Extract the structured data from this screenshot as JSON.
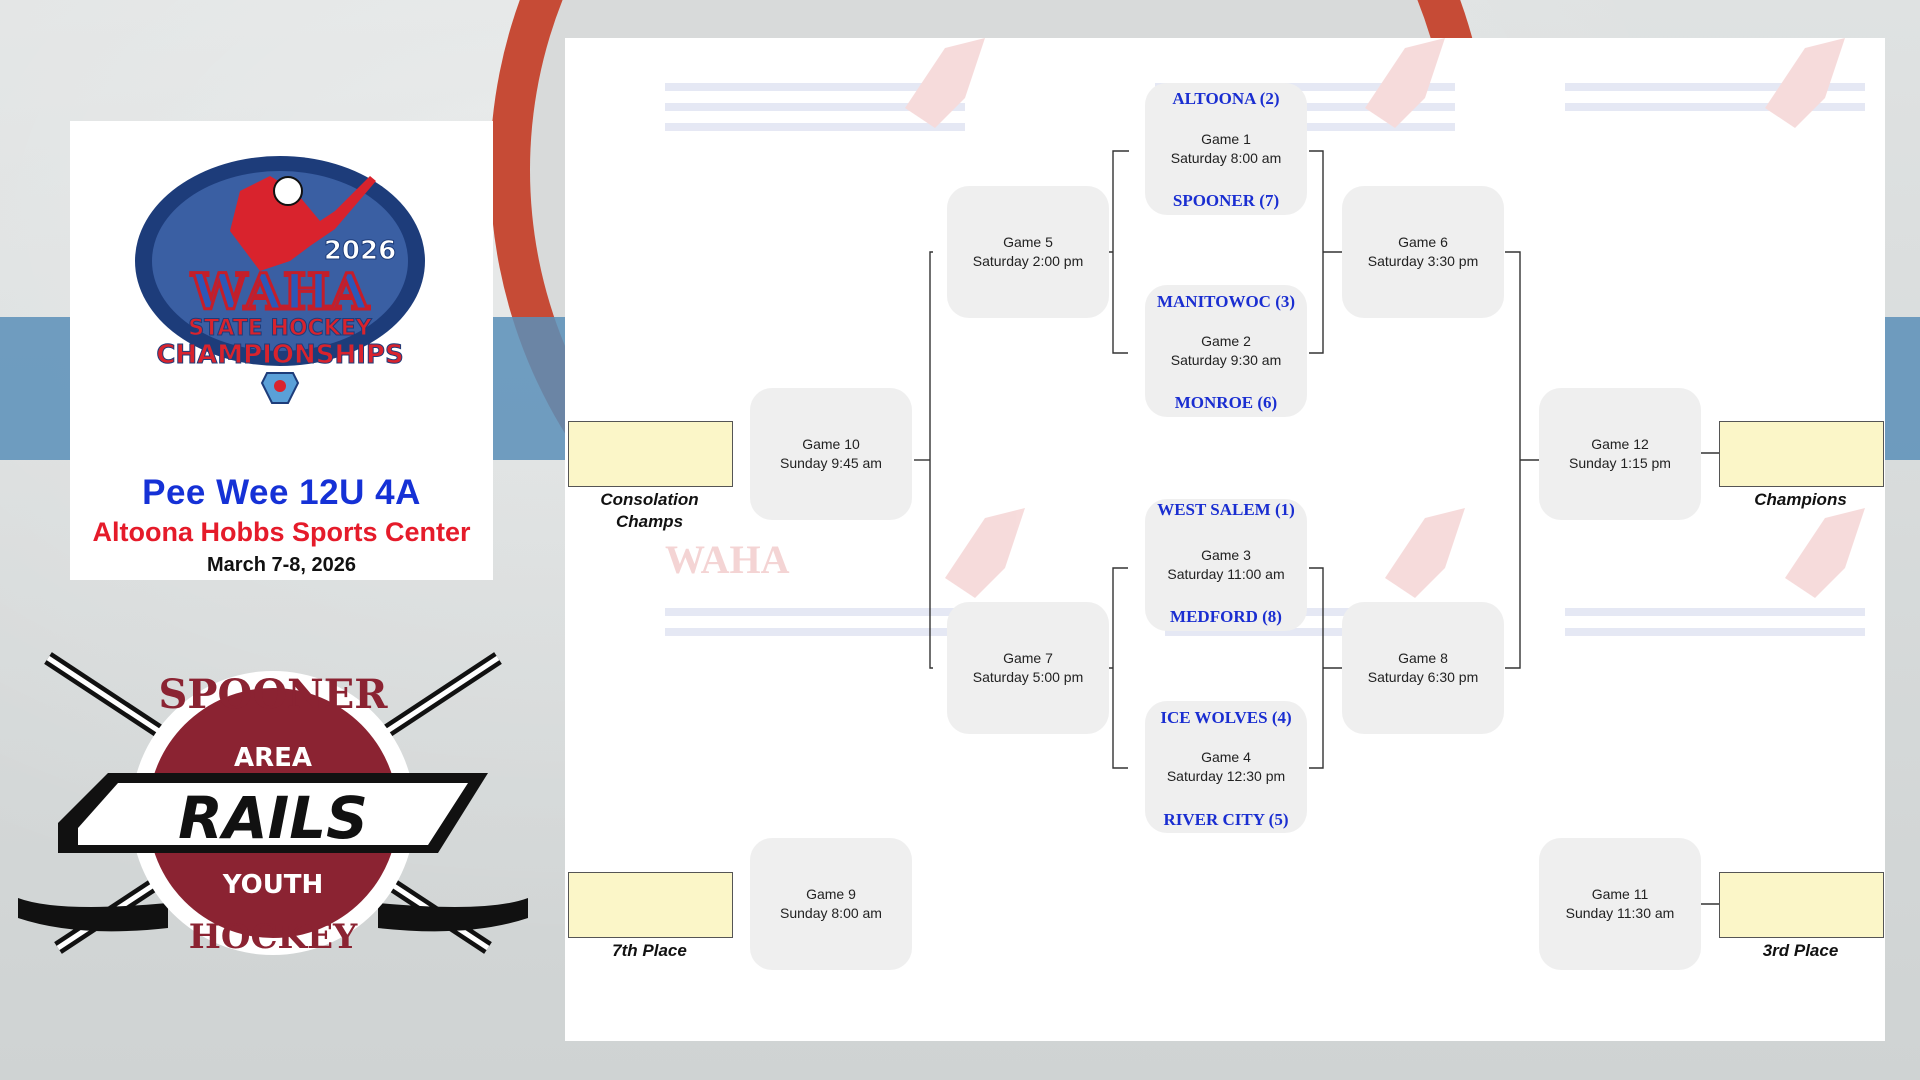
{
  "event": {
    "logo_text": [
      "2026",
      "WAHA",
      "STATE HOCKEY",
      "CHAMPIONSHIPS"
    ],
    "division": "Pee Wee 12U 4A",
    "venue": "Altoona Hobbs Sports Center",
    "dates": "March 7-8, 2026"
  },
  "host_logo": {
    "text": [
      "SPOONER",
      "AREA",
      "RAILS",
      "YOUTH",
      "HOCKEY"
    ]
  },
  "games": {
    "g1": {
      "name": "Game 1",
      "time": "Saturday 8:00 am",
      "team_top": "ALTOONA (2)",
      "team_bottom": "SPOONER (7)"
    },
    "g2": {
      "name": "Game 2",
      "time": "Saturday 9:30 am",
      "team_top": "MANITOWOC (3)",
      "team_bottom": "MONROE (6)"
    },
    "g3": {
      "name": "Game 3",
      "time": "Saturday 11:00 am",
      "team_top": "WEST SALEM (1)",
      "team_bottom": "MEDFORD (8)"
    },
    "g4": {
      "name": "Game 4",
      "time": "Saturday 12:30 pm",
      "team_top": "ICE WOLVES (4)",
      "team_bottom": "RIVER CITY (5)"
    },
    "g5": {
      "name": "Game 5",
      "time": "Saturday 2:00 pm"
    },
    "g6": {
      "name": "Game 6",
      "time": "Saturday 3:30 pm"
    },
    "g7": {
      "name": "Game 7",
      "time": "Saturday 5:00 pm"
    },
    "g8": {
      "name": "Game 8",
      "time": "Saturday 6:30 pm"
    },
    "g9": {
      "name": "Game 9",
      "time": "Sunday 8:00 am"
    },
    "g10": {
      "name": "Game 10",
      "time": "Sunday 9:45 am"
    },
    "g11": {
      "name": "Game 11",
      "time": "Sunday 11:30 am"
    },
    "g12": {
      "name": "Game 12",
      "time": "Sunday 1:15 pm"
    }
  },
  "results": {
    "consolation": "Consolation Champs",
    "champions": "Champions",
    "seventh": "7th Place",
    "third": "3rd Place"
  },
  "watermark_text": "WAHA",
  "colors": {
    "team_blue": "#1a2ed1",
    "division_blue": "#1531d6",
    "venue_red": "#e51b2a",
    "result_fill": "#fbf6c8",
    "game_fill": "#efefef",
    "rink_red": "#c64b36",
    "blue_line": "#5b8fb8"
  }
}
